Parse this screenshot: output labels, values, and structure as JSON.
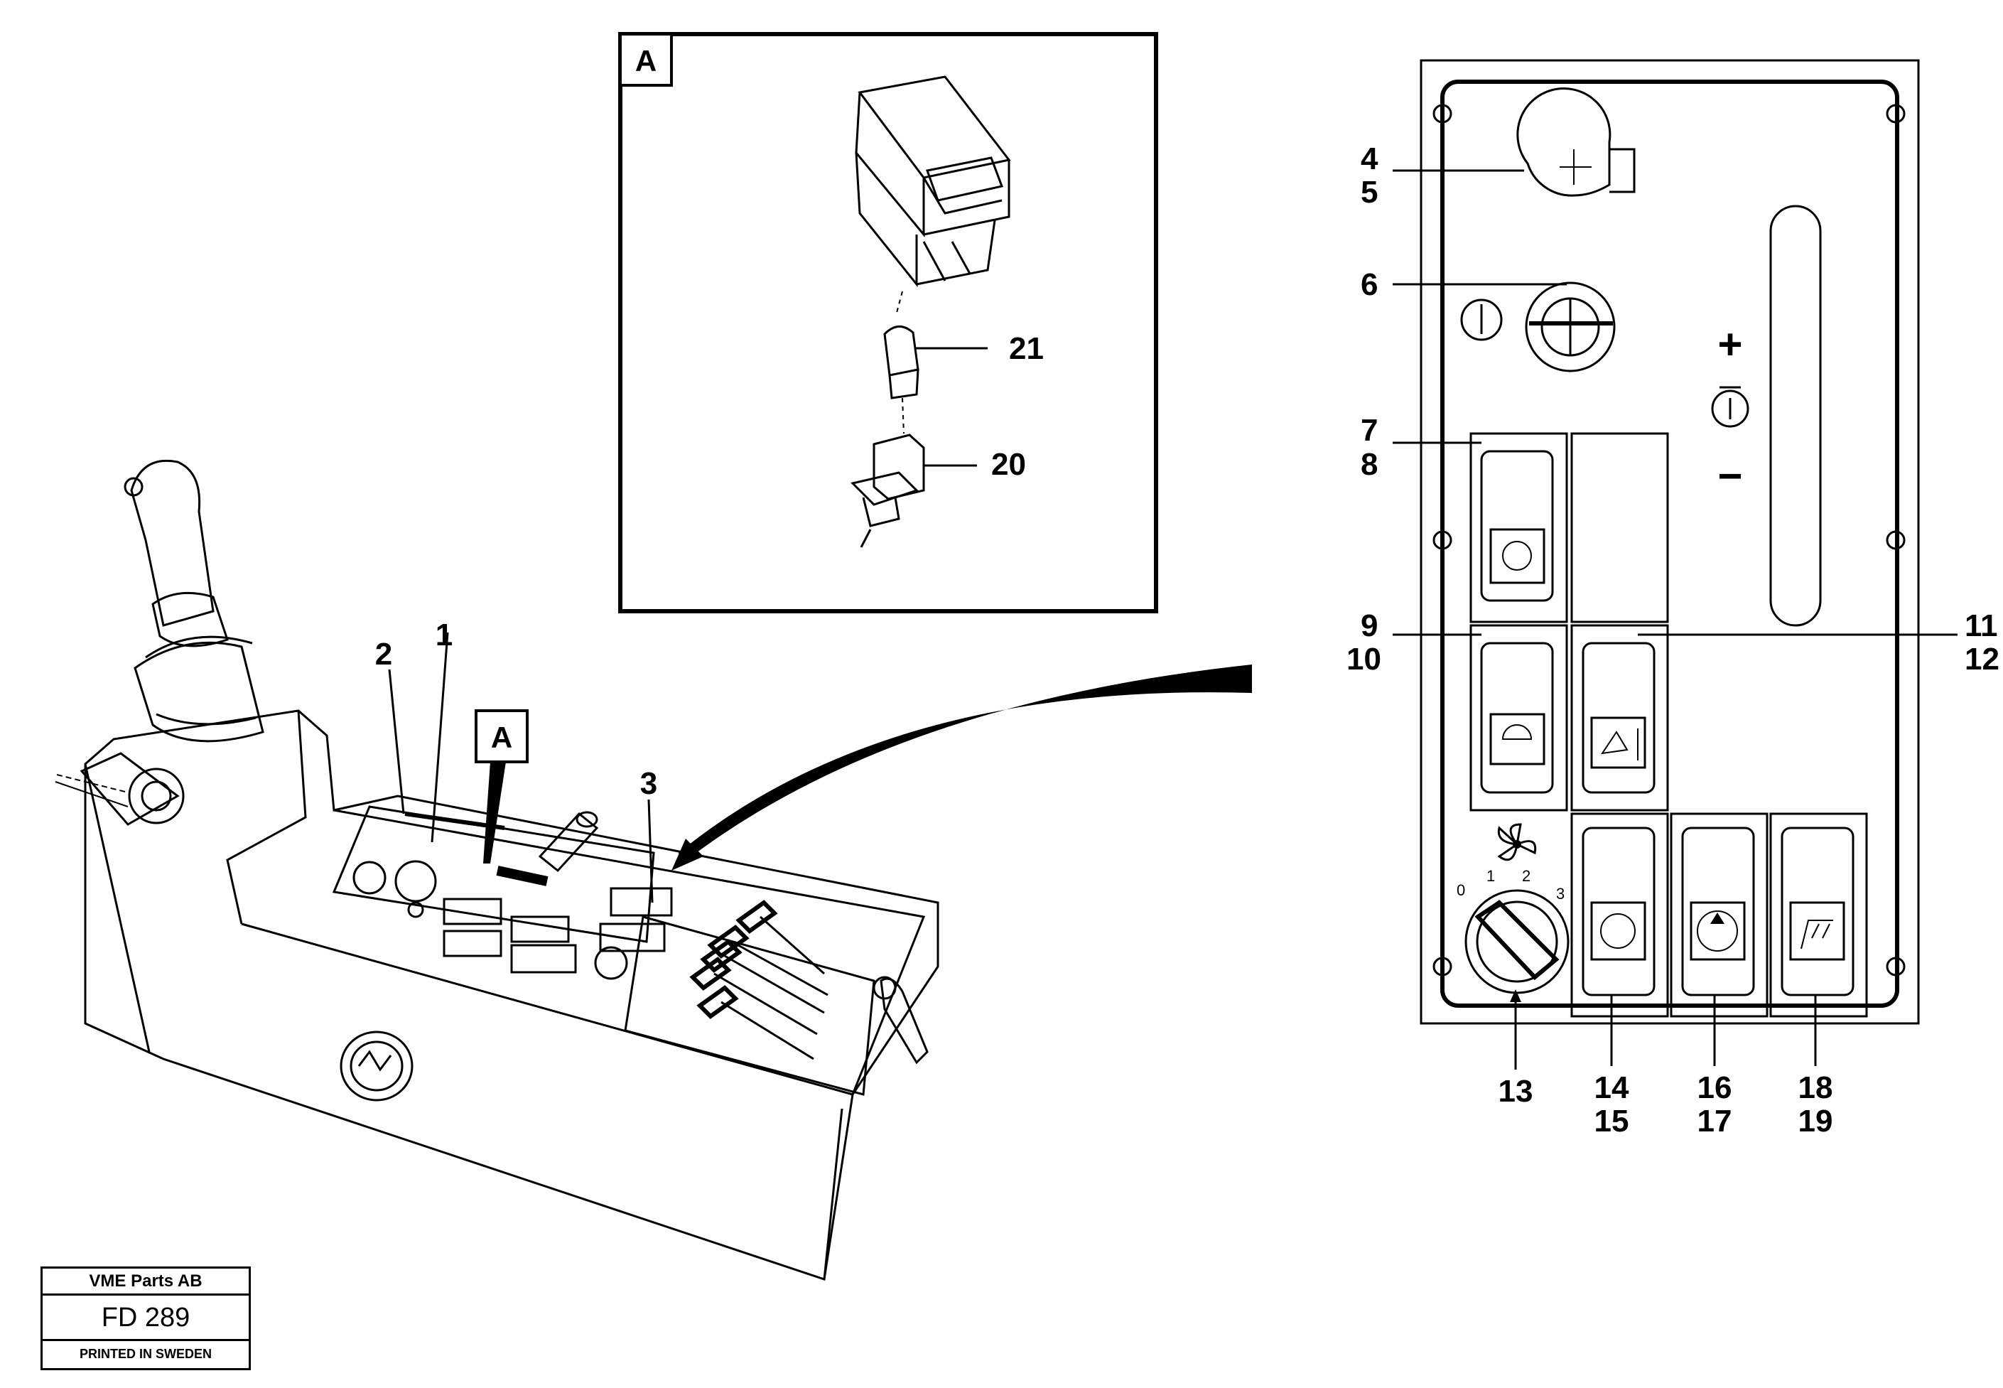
{
  "callouts": {
    "c1": "1",
    "c2": "2",
    "c3": "3",
    "c4": "4",
    "c5": "5",
    "c6": "6",
    "c7": "7",
    "c8": "8",
    "c9": "9",
    "c10": "10",
    "c11": "11",
    "c12": "12",
    "c13": "13",
    "c14": "14",
    "c15": "15",
    "c16": "16",
    "c17": "17",
    "c18": "18",
    "c19": "19",
    "c20": "20",
    "c21": "21"
  },
  "detail_tag": "A",
  "panel": {
    "plus": "+",
    "minus": "−",
    "fan_positions": [
      "0",
      "1",
      "2",
      "3"
    ]
  },
  "title_block": {
    "company": "VME Parts AB",
    "code": "FD 289",
    "printed": "PRINTED IN SWEDEN"
  }
}
